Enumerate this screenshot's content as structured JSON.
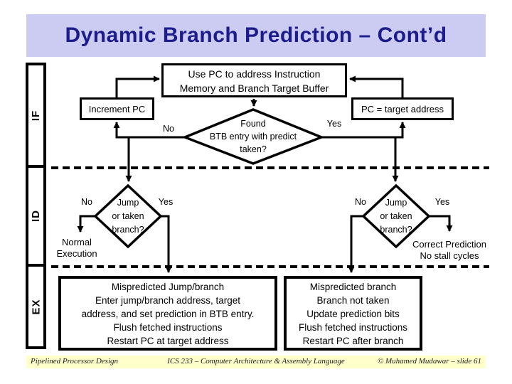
{
  "slide": {
    "title": "Dynamic Branch Prediction – Cont’d"
  },
  "stages": [
    {
      "label": "IF"
    },
    {
      "label": "ID"
    },
    {
      "label": "EX"
    }
  ],
  "boxes": {
    "fetch": {
      "lines": [
        "Use PC to address Instruction",
        "Memory and Branch Target Buffer"
      ]
    },
    "increment_pc": {
      "label": "Increment PC"
    },
    "pc_target": {
      "label": "PC = target address"
    },
    "mispredicted_jump": {
      "lines": [
        "Mispredicted Jump/branch",
        "Enter jump/branch address, target",
        "address, and set prediction in BTB entry.",
        "Flush fetched instructions",
        "Restart PC at target address"
      ]
    },
    "mispredicted_branch": {
      "lines": [
        "Mispredicted branch",
        "Branch not taken",
        "Update prediction bits",
        "Flush fetched instructions",
        "Restart PC after branch"
      ]
    }
  },
  "decisions": {
    "btb_found": {
      "lines": [
        "Found",
        "BTB entry with predict",
        "taken?"
      ],
      "no": "No",
      "yes": "Yes"
    },
    "jump_left": {
      "lines": [
        "Jump",
        "or taken",
        "branch?"
      ],
      "no": "No",
      "yes": "Yes"
    },
    "jump_right": {
      "lines": [
        "Jump",
        "or taken",
        "branch?"
      ],
      "no": "No",
      "yes": "Yes"
    }
  },
  "annotations": {
    "normal_execution": {
      "lines": [
        "Normal",
        "Execution"
      ]
    },
    "correct_prediction": {
      "lines": [
        "Correct Prediction",
        "No stall cycles"
      ]
    }
  },
  "footer": {
    "left": "Pipelined Processor Design",
    "center": "ICS 233 – Computer Architecture & Assembly Language",
    "right": "© Muhamed Mudawar – slide 61"
  },
  "colors": {
    "title_bg": "#ccccf2",
    "title_text": "#1c1c8c",
    "footer_bg": "#ffffcc",
    "line": "#000000"
  }
}
